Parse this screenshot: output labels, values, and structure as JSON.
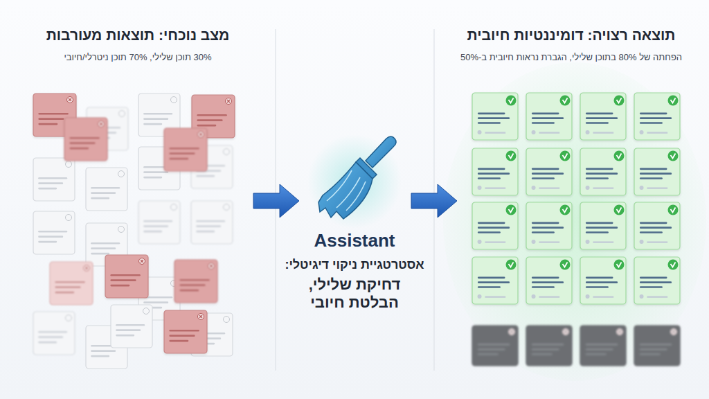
{
  "diagram": {
    "labels": [
      "מצב נוכחי: תוצאות מעורבות",
      "30% תוכן שלילי, 70% תוכן ניטרלי/חיובי",
      "Assistant",
      "אסטרטגיית ניקוי דיגיטלי:",
      "דחיקת שלילי, הבלטת חיובי",
      "תוצאה רצויה: דומיננטיות חיובית",
      "הפחתה של 80% בתוכן שלילי, הגברת נראות חיובית ב-50%"
    ]
  }
}
